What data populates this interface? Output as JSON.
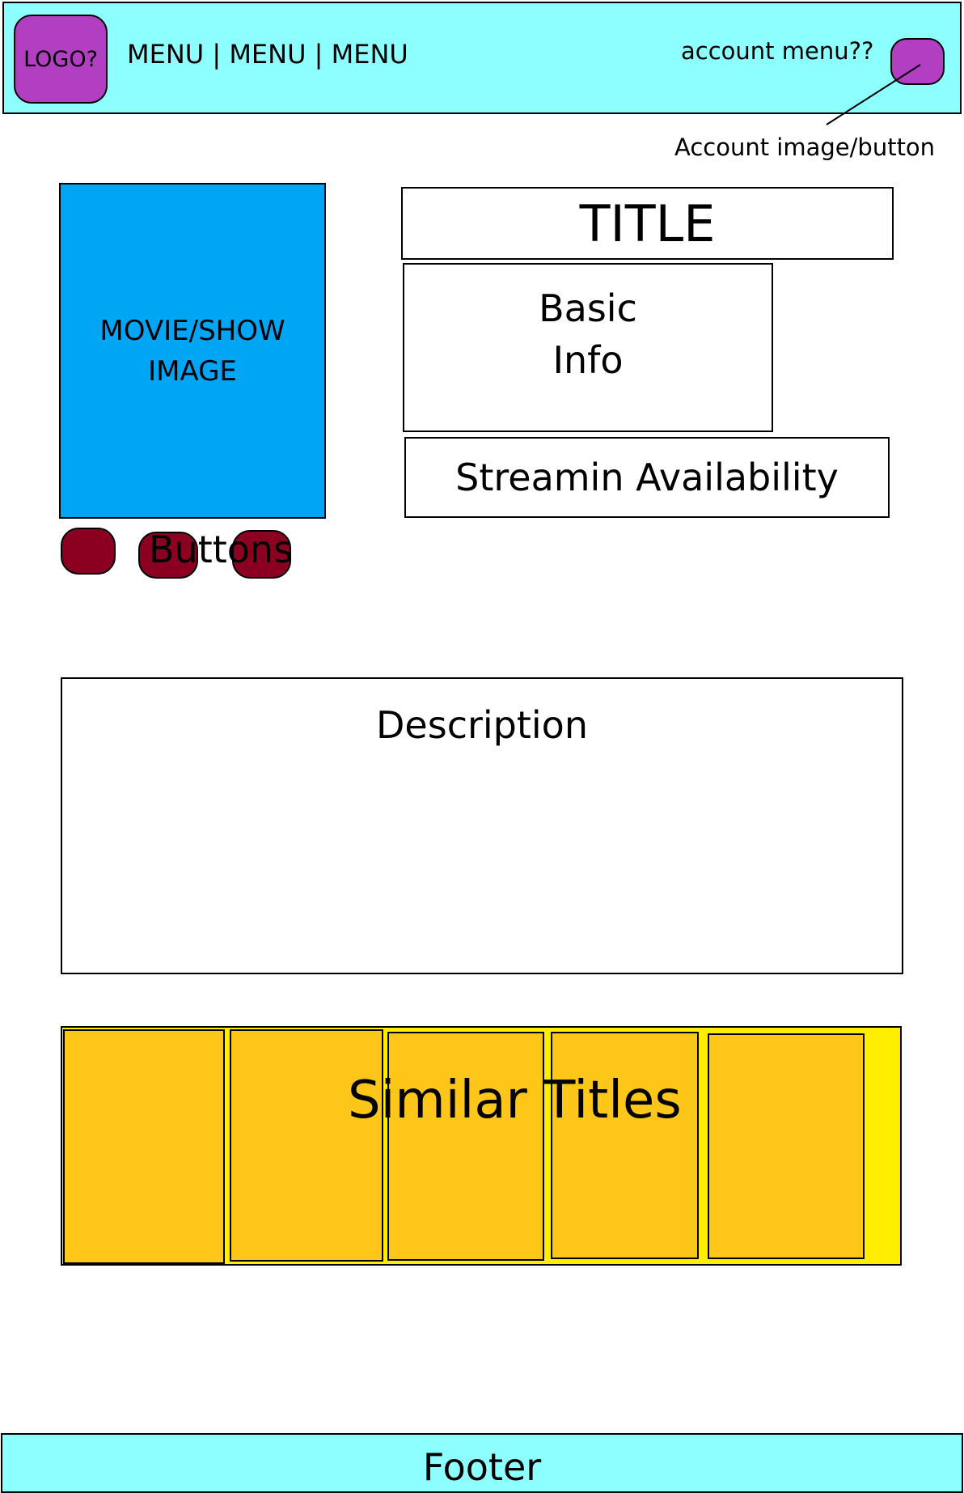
{
  "header": {
    "logo": "LOGO?",
    "menu": "MENU | MENU | MENU",
    "account_menu": "account menu??",
    "account_button_note": "Account image/button"
  },
  "poster": {
    "line1": "MOVIE/SHOW",
    "line2": "IMAGE"
  },
  "details": {
    "title": "TITLE",
    "basic_info_line1": "Basic",
    "basic_info_line2": "Info",
    "streaming": "Streamin Availability"
  },
  "buttons_label": "Buttons",
  "description": "Description",
  "similar_titles": "Similar Titles",
  "footer": "Footer",
  "colors": {
    "header_bg": "#8effff",
    "logo_bg": "#b23fc1",
    "poster_bg": "#00a5f4",
    "button_bg": "#8b0021",
    "similar_bg": "#ffee00",
    "card_bg": "#ffc61a"
  }
}
